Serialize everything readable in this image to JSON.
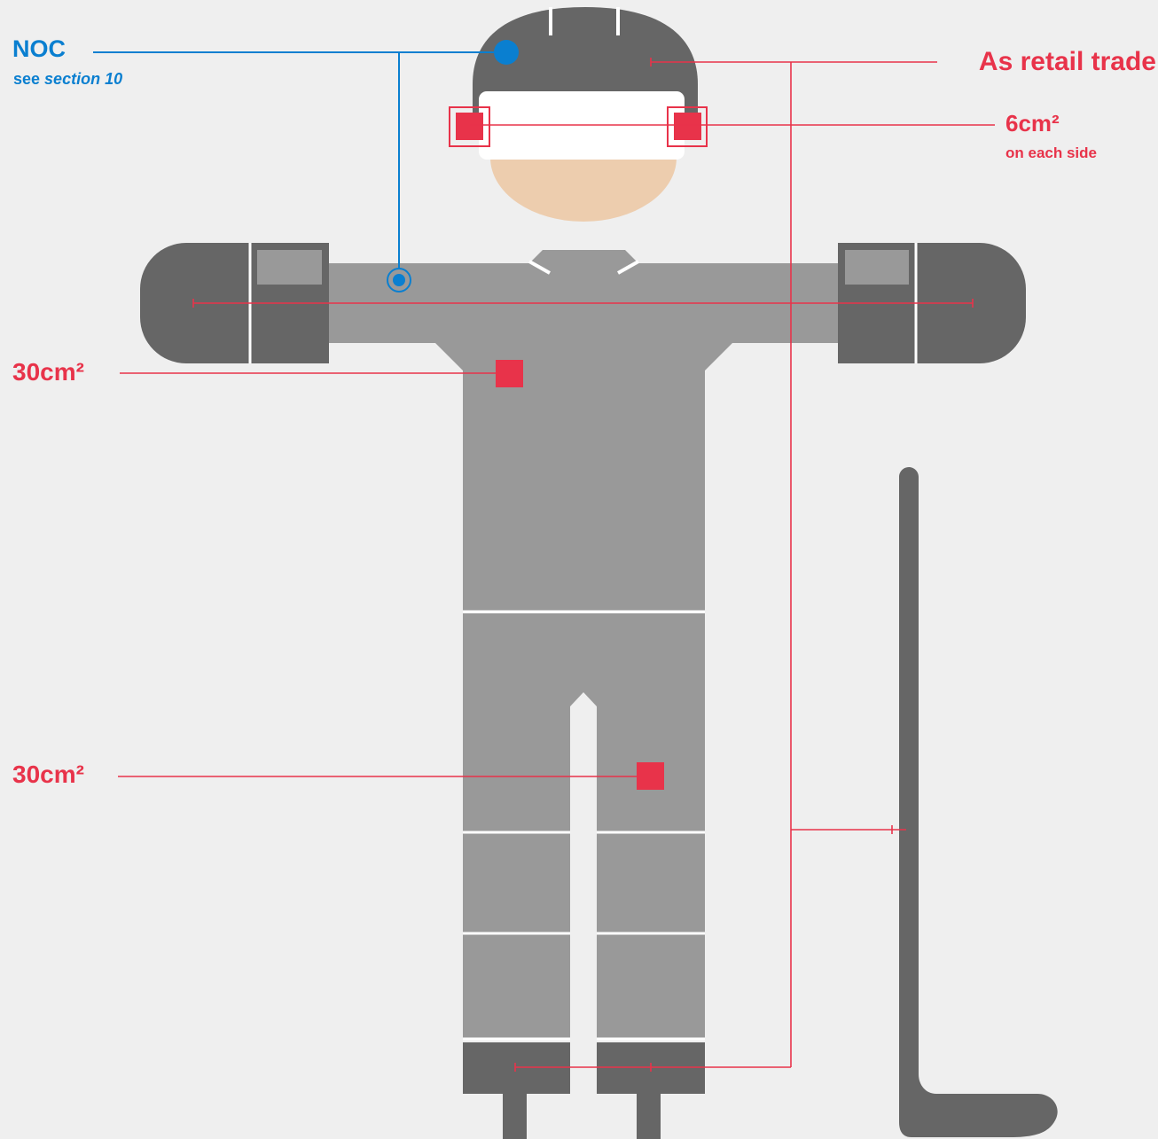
{
  "labels": {
    "noc": "NOC",
    "noc_sub_prefix": "see ",
    "noc_sub_link": "section 10",
    "retail": "As retail trade",
    "visor_size": "6cm²",
    "visor_size_sub": "on each side",
    "chest_size": "30cm²",
    "thigh_size": "30cm²"
  },
  "colors": {
    "background": "#efefef",
    "dark_gray": "#666666",
    "mid_gray": "#999999",
    "light_gray": "#a3a3a3",
    "skin": "#edcdae",
    "red": "#e8334a",
    "blue": "#0a7fd0",
    "white": "#ffffff"
  }
}
